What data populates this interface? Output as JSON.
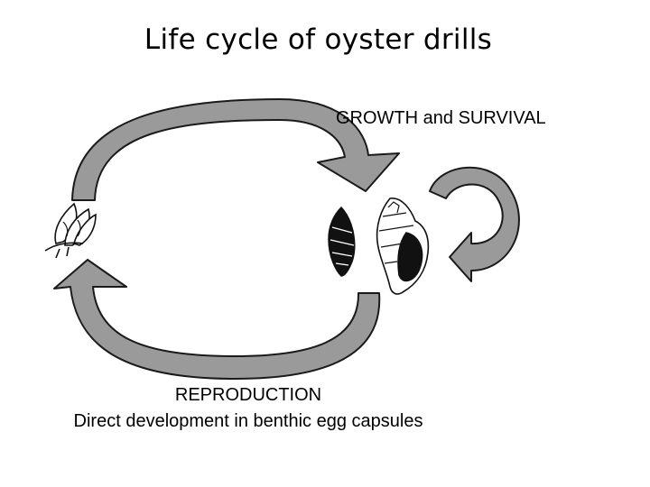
{
  "diagram": {
    "title": "Life cycle of oyster drills",
    "stages": {
      "growth_label": "GROWTH and SURVIVAL",
      "reproduction_label": "REPRODUCTION",
      "reproduction_detail": "Direct development in benthic egg capsules"
    },
    "icons": [
      "egg-capsules-icon",
      "juvenile-snail-icon",
      "adult-snail-icon"
    ],
    "colors": {
      "arrow_fill": "#9a9a9a",
      "arrow_stroke": "#1a1a1a",
      "shell_dark": "#111111"
    }
  }
}
